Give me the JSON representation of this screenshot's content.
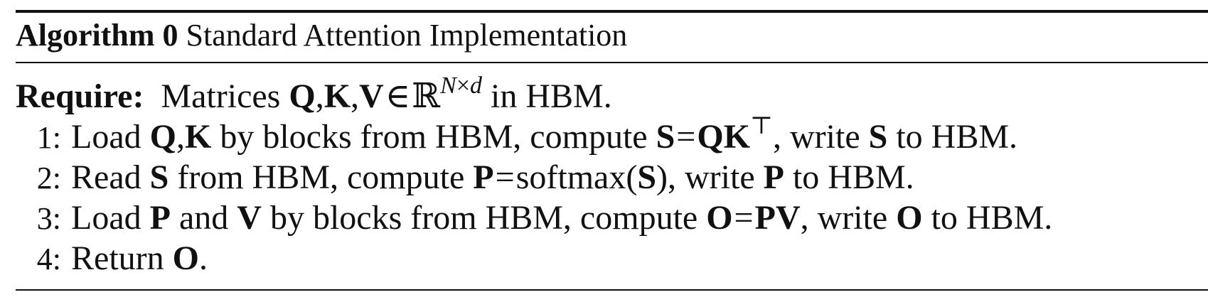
{
  "title": {
    "label": "Algorithm 0",
    "name": "Standard Attention Implementation"
  },
  "require": {
    "keyword": "Require:",
    "text_before": "Matrices",
    "q": "Q",
    "k": "K",
    "v": "V",
    "in_symbol": "∈",
    "reals": "ℝ",
    "n": "N",
    "times": "×",
    "d": "d",
    "text_after": "in HBM."
  },
  "steps": [
    {
      "number": "1:",
      "w1": "Load",
      "q": "Q",
      "k": "K",
      "w2": "by blocks from HBM, compute",
      "s": "S",
      "eq": "=",
      "qk": "QK",
      "transpose": "⊤",
      "w3": ", write",
      "s2": "S",
      "w4": "to HBM."
    },
    {
      "number": "2:",
      "w1": "Read",
      "s": "S",
      "w2": "from HBM, compute",
      "p": "P",
      "eq": "=",
      "fn": "softmax(",
      "s2": "S",
      "close": "),",
      "w3": "write",
      "p2": "P",
      "w4": "to HBM."
    },
    {
      "number": "3:",
      "w1": "Load",
      "p": "P",
      "w2": "and",
      "v": "V",
      "w3": "by blocks from HBM, compute",
      "o": "O",
      "eq": "=",
      "pv": "PV",
      "w4": ", write",
      "o2": "O",
      "w5": "to HBM."
    },
    {
      "number": "4:",
      "w1": "Return",
      "o": "O",
      "w2": "."
    }
  ]
}
